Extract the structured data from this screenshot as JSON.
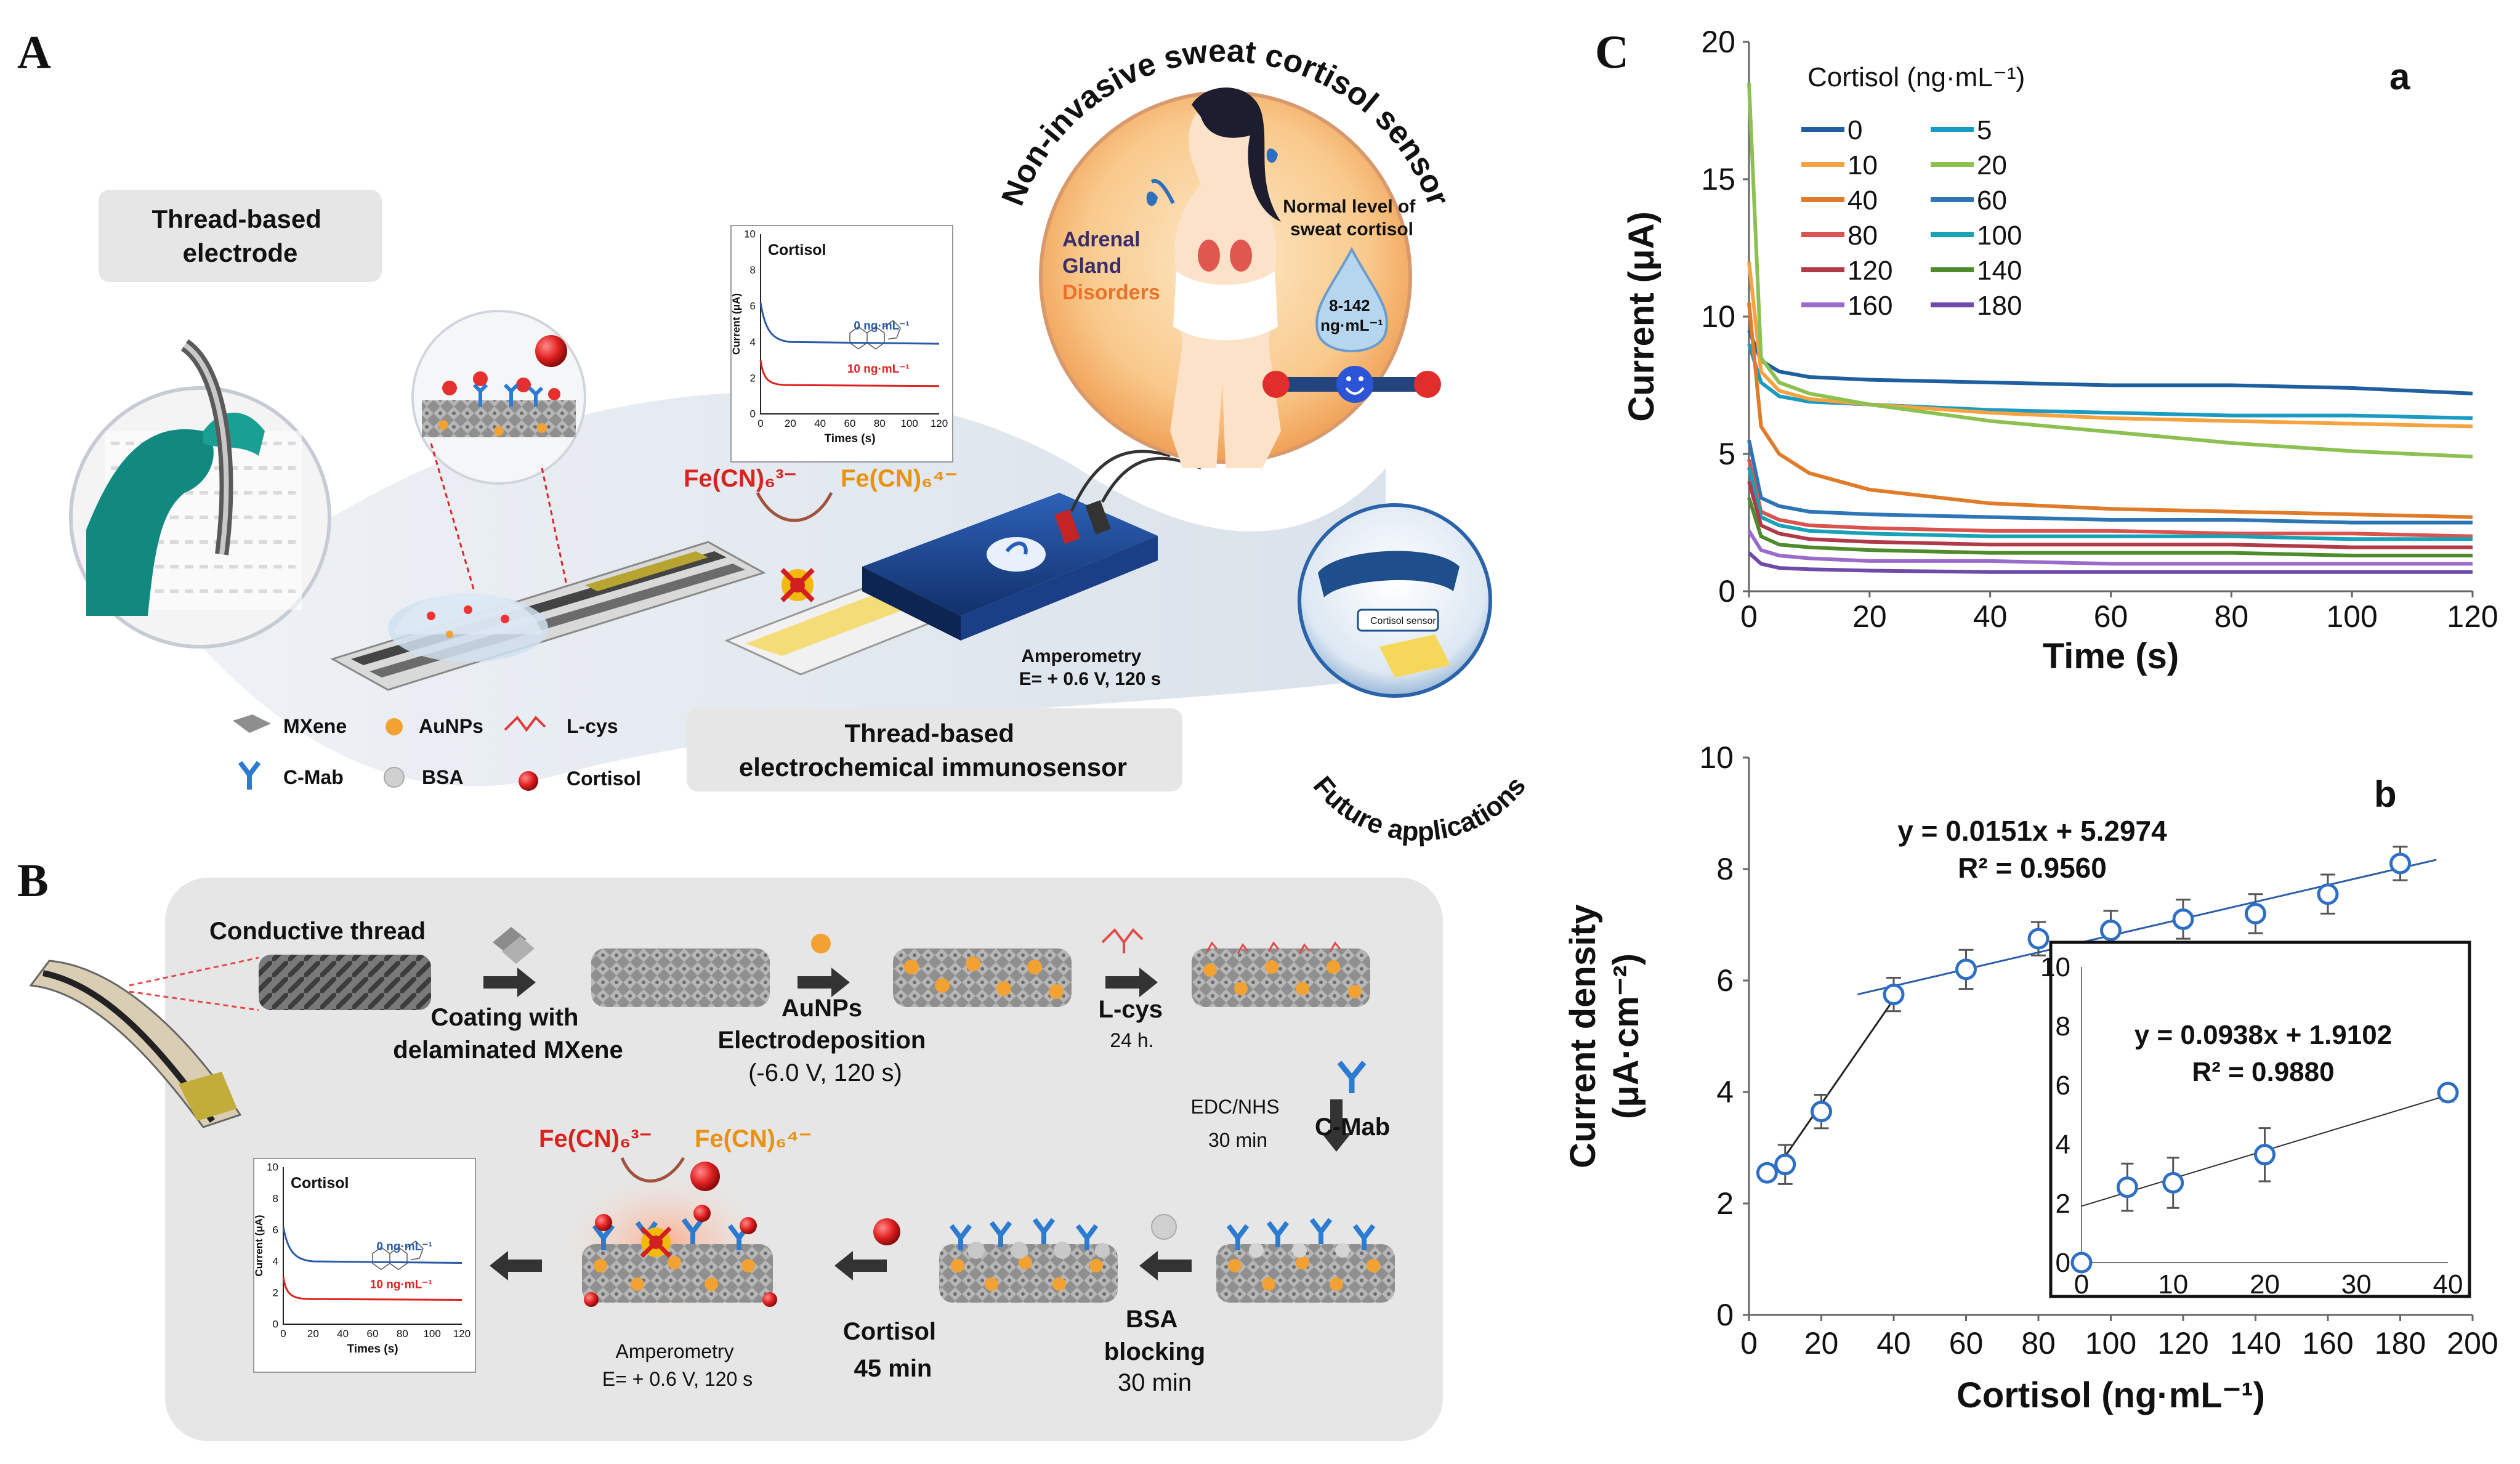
{
  "panels": {
    "a": "A",
    "b": "B",
    "c": "C"
  },
  "panel_a": {
    "thread_electrode_label": [
      "Thread-based",
      "electrode"
    ],
    "immunosensor_label": [
      "Thread-based",
      "electrochemical immunosensor"
    ],
    "sensor_title": "Non-invasive sweat cortisol sensor",
    "adrenal_label": [
      "Adrenal",
      "Gland",
      "Disorders"
    ],
    "normal_level_label": [
      "Normal level of",
      "sweat cortisol"
    ],
    "normal_range": [
      "8-142",
      "ng·mL⁻¹"
    ],
    "redox_ox": "Fe(CN)₆³⁻",
    "redox_red": "Fe(CN)₆⁴⁻",
    "amperometry": [
      "Amperometry",
      "E= + 0.6 V, 120 s"
    ],
    "future_label": "Future applications",
    "wristband_label": "Cortisol sensor",
    "legend": {
      "mxene": "MXene",
      "aunps": "AuNPs",
      "lcys": "L-cys",
      "cmab": "C-Mab",
      "bsa": "BSA",
      "cortisol": "Cortisol"
    },
    "mini_chart": {
      "title": "Cortisol",
      "ylabel": "Current (μA)",
      "xlabel": "Times (s)",
      "xticks": [
        "0",
        "20",
        "40",
        "60",
        "80",
        "100",
        "120"
      ],
      "yticks": [
        "0",
        "2",
        "4",
        "6",
        "8",
        "10"
      ],
      "series0": "0 ng·mL⁻¹",
      "series10": "10 ng·mL⁻¹"
    }
  },
  "panel_b": {
    "conductive_thread": "Conductive thread",
    "coating": [
      "Coating with",
      "delaminated MXene"
    ],
    "aunps_step": [
      "AuNPs",
      "Electrodeposition",
      "(-6.0 V, 120 s)"
    ],
    "lcys_step": [
      "L-cys",
      "24 h."
    ],
    "edc_step": [
      "EDC/NHS",
      "30 min"
    ],
    "cmab_step": "C-Mab",
    "bsa_step": [
      "BSA",
      "blocking",
      "30 min"
    ],
    "cortisol_step": [
      "Cortisol",
      "45 min"
    ],
    "amperometry": [
      "Amperometry",
      "E= + 0.6 V, 120 s"
    ],
    "redox_ox": "Fe(CN)₆³⁻",
    "redox_red": "Fe(CN)₆⁴⁻",
    "mini_chart": {
      "title": "Cortisol",
      "ylabel": "Current (μA)",
      "xlabel": "Times (s)",
      "xticks": [
        "0",
        "20",
        "40",
        "60",
        "80",
        "100",
        "120"
      ],
      "yticks": [
        "0",
        "2",
        "4",
        "6",
        "8",
        "10"
      ],
      "series0": "0 ng·mL⁻¹",
      "series10": "10 ng·mL⁻¹"
    }
  },
  "chart_data": [
    {
      "type": "line",
      "panel_label": "a",
      "xlabel": "Time (s)",
      "ylabel": "Current (μA)",
      "xlim": [
        0,
        120
      ],
      "ylim": [
        0,
        20
      ],
      "xticks": [
        0,
        20,
        40,
        60,
        80,
        100,
        120
      ],
      "yticks": [
        0,
        5,
        10,
        15,
        20
      ],
      "legend_title": "Cortisol (ng·mL⁻¹)",
      "legend_placement": "top",
      "series": [
        {
          "name": "0",
          "color": "#1f5f9f",
          "x": [
            0,
            2,
            5,
            10,
            20,
            40,
            60,
            80,
            100,
            120
          ],
          "y": [
            9.5,
            8.4,
            8.0,
            7.8,
            7.7,
            7.6,
            7.5,
            7.5,
            7.4,
            7.2
          ]
        },
        {
          "name": "5",
          "color": "#1a9bc4",
          "x": [
            0,
            2,
            5,
            10,
            20,
            40,
            60,
            80,
            100,
            120
          ],
          "y": [
            9.0,
            7.6,
            7.1,
            6.9,
            6.8,
            6.6,
            6.5,
            6.4,
            6.4,
            6.3
          ]
        },
        {
          "name": "10",
          "color": "#f4a340",
          "x": [
            0,
            2,
            5,
            10,
            20,
            40,
            60,
            80,
            100,
            120
          ],
          "y": [
            12.0,
            8.0,
            7.3,
            7.0,
            6.8,
            6.5,
            6.3,
            6.2,
            6.1,
            6.0
          ]
        },
        {
          "name": "20",
          "color": "#8cc152",
          "x": [
            0,
            2,
            5,
            10,
            20,
            40,
            60,
            80,
            100,
            120
          ],
          "y": [
            18.5,
            8.5,
            7.6,
            7.2,
            6.8,
            6.2,
            5.8,
            5.4,
            5.1,
            4.9
          ]
        },
        {
          "name": "40",
          "color": "#e07b2a",
          "x": [
            0,
            2,
            5,
            10,
            20,
            40,
            60,
            80,
            100,
            120
          ],
          "y": [
            10.5,
            6.0,
            5.0,
            4.3,
            3.7,
            3.2,
            3.0,
            2.9,
            2.8,
            2.7
          ]
        },
        {
          "name": "60",
          "color": "#2e75b6",
          "x": [
            0,
            2,
            5,
            10,
            20,
            40,
            60,
            80,
            100,
            120
          ],
          "y": [
            5.5,
            3.4,
            3.1,
            2.9,
            2.8,
            2.7,
            2.6,
            2.6,
            2.5,
            2.5
          ]
        },
        {
          "name": "80",
          "color": "#d9534f",
          "x": [
            0,
            2,
            5,
            10,
            20,
            40,
            60,
            80,
            100,
            120
          ],
          "y": [
            4.8,
            2.9,
            2.6,
            2.4,
            2.3,
            2.2,
            2.2,
            2.1,
            2.1,
            2.0
          ]
        },
        {
          "name": "100",
          "color": "#17a2b8",
          "x": [
            0,
            2,
            5,
            10,
            20,
            40,
            60,
            80,
            100,
            120
          ],
          "y": [
            4.5,
            2.7,
            2.4,
            2.2,
            2.1,
            2.0,
            2.0,
            2.0,
            1.9,
            1.9
          ]
        },
        {
          "name": "120",
          "color": "#b03a48",
          "x": [
            0,
            2,
            5,
            10,
            20,
            40,
            60,
            80,
            100,
            120
          ],
          "y": [
            4.0,
            2.4,
            2.1,
            1.9,
            1.8,
            1.7,
            1.7,
            1.7,
            1.6,
            1.6
          ]
        },
        {
          "name": "140",
          "color": "#4f8a2b",
          "x": [
            0,
            2,
            5,
            10,
            20,
            40,
            60,
            80,
            100,
            120
          ],
          "y": [
            3.4,
            2.0,
            1.7,
            1.6,
            1.5,
            1.4,
            1.4,
            1.4,
            1.3,
            1.3
          ]
        },
        {
          "name": "160",
          "color": "#9b6bcc",
          "x": [
            0,
            2,
            5,
            10,
            20,
            40,
            60,
            80,
            100,
            120
          ],
          "y": [
            2.2,
            1.5,
            1.3,
            1.2,
            1.1,
            1.1,
            1.0,
            1.0,
            1.0,
            1.0
          ]
        },
        {
          "name": "180",
          "color": "#6f4aa8",
          "x": [
            0,
            2,
            5,
            10,
            20,
            40,
            60,
            80,
            100,
            120
          ],
          "y": [
            1.4,
            1.0,
            0.85,
            0.8,
            0.75,
            0.7,
            0.7,
            0.7,
            0.7,
            0.7
          ]
        }
      ]
    },
    {
      "type": "scatter",
      "panel_label": "b",
      "xlabel": "Cortisol (ng·mL⁻¹)",
      "ylabel": [
        "Current density",
        "(μA·cm⁻²)"
      ],
      "xlim": [
        0,
        200
      ],
      "ylim": [
        0,
        10
      ],
      "xticks": [
        0,
        20,
        40,
        60,
        80,
        100,
        120,
        140,
        160,
        180,
        200
      ],
      "yticks": [
        0,
        2,
        4,
        6,
        8,
        10
      ],
      "x": [
        5,
        10,
        20,
        40,
        60,
        80,
        100,
        120,
        140,
        160,
        180
      ],
      "y": [
        2.55,
        2.7,
        3.65,
        5.75,
        6.2,
        6.75,
        6.9,
        7.1,
        7.2,
        7.55,
        8.1
      ],
      "errors": [
        0.12,
        0.35,
        0.3,
        0.3,
        0.35,
        0.3,
        0.35,
        0.35,
        0.35,
        0.35,
        0.3
      ],
      "fits": [
        {
          "equation": "y = 0.0151x + 5.2974",
          "r2": "R² = 0.9560",
          "x_range": [
            30,
            190
          ],
          "slope": 0.0151,
          "intercept": 5.2974
        },
        {
          "x_range": [
            5,
            40
          ],
          "slope": 0.0938,
          "intercept": 1.9102
        }
      ],
      "inset": {
        "xlim": [
          0,
          40
        ],
        "ylim": [
          0,
          10
        ],
        "xticks": [
          0,
          10,
          20,
          30,
          40
        ],
        "yticks": [
          0,
          2,
          4,
          6,
          8,
          10
        ],
        "x": [
          0,
          5,
          10,
          20,
          40
        ],
        "y": [
          0,
          2.55,
          2.7,
          3.65,
          5.75
        ],
        "errors": [
          0,
          0.8,
          0.85,
          0.9,
          0.3
        ],
        "fit": {
          "equation": "y = 0.0938x + 1.9102",
          "r2": "R² = 0.9880",
          "slope": 0.0938,
          "intercept": 1.9102
        }
      }
    }
  ]
}
